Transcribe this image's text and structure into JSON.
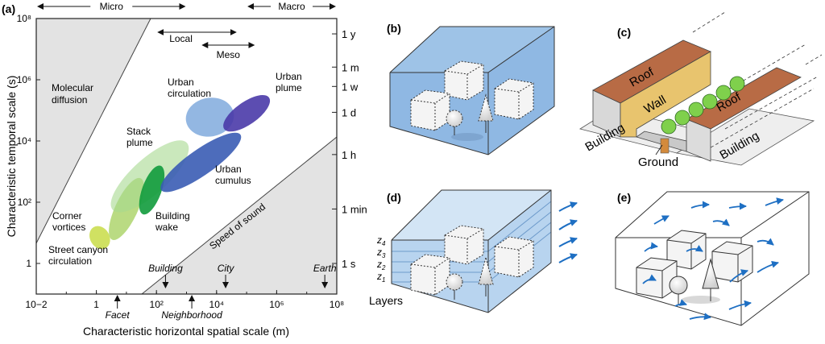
{
  "panels": {
    "a": "(a)",
    "b": "(b)",
    "c": "(c)",
    "d": "(d)",
    "e": "(e)"
  },
  "chart_data": {
    "type": "scatter",
    "xscale": "log",
    "yscale": "log",
    "xlim": [
      0.01,
      100000000
    ],
    "ylim": [
      0.1,
      100000000
    ],
    "xlabel": "Characteristic horizontal spatial scale (m)",
    "ylabel": "Characteristic temporal scale (s)",
    "x_tick_labels": [
      {
        "e": -2,
        "label": "10−2"
      },
      {
        "e": 0,
        "label": "1"
      },
      {
        "e": 2,
        "label": "10²"
      },
      {
        "e": 4,
        "label": "10⁴"
      },
      {
        "e": 6,
        "label": "10⁶"
      },
      {
        "e": 8,
        "label": "10⁸"
      }
    ],
    "y_tick_labels": [
      {
        "e": 0,
        "label": "1"
      },
      {
        "e": 2,
        "label": "10²"
      },
      {
        "e": 4,
        "label": "10⁴"
      },
      {
        "e": 6,
        "label": "10⁶"
      },
      {
        "e": 8,
        "label": "10⁸"
      }
    ],
    "right_time_labels": [
      {
        "label": "1 y",
        "seconds": 31536000
      },
      {
        "label": "1 m",
        "seconds": 2592000
      },
      {
        "label": "1 w",
        "seconds": 604800
      },
      {
        "label": "1 d",
        "seconds": 86400
      },
      {
        "label": "1 h",
        "seconds": 3600
      },
      {
        "label": "1 min",
        "seconds": 60
      },
      {
        "label": "1 s",
        "seconds": 1
      }
    ],
    "scale_ranges": [
      {
        "label": "Micro",
        "from": 0.01,
        "to": 1000
      },
      {
        "label": "Macro",
        "from": 100000,
        "to": 100000000
      },
      {
        "label": "Local",
        "from": 100,
        "to": 50000
      },
      {
        "label": "Meso",
        "from": 3000,
        "to": 200000
      }
    ],
    "reference_markers": [
      {
        "label": "Building",
        "x": 200,
        "side": "top"
      },
      {
        "label": "City",
        "x": 20000,
        "side": "top"
      },
      {
        "label": "Earth",
        "x": 40000000,
        "side": "top"
      },
      {
        "label": "Facet",
        "x": 5,
        "side": "bottom"
      },
      {
        "label": "Neighborhood",
        "x": 1500,
        "side": "bottom"
      }
    ],
    "regions": [
      {
        "label": "Molecular diffusion",
        "boundary": "upper-left"
      },
      {
        "label": "Speed of sound",
        "boundary": "lower-right"
      }
    ],
    "phenomena": [
      {
        "label": "Corner vortices",
        "x": 1.3,
        "y": 7,
        "color": "#c8dc46"
      },
      {
        "label": "Street canyon circulation",
        "x": 10,
        "y": 60,
        "color": "#a9d264"
      },
      {
        "label": "Stack plume",
        "x": 60,
        "y": 700,
        "color": "#a7d98f"
      },
      {
        "label": "Building wake",
        "x": 70,
        "y": 250,
        "color": "#119b3c"
      },
      {
        "label": "Urban circulation",
        "x": 6000,
        "y": 60000,
        "color": "#6f9fd8"
      },
      {
        "label": "Urban cumulus",
        "x": 3000,
        "y": 2000,
        "color": "#3a5cb4"
      },
      {
        "label": "Urban plume",
        "x": 100000,
        "y": 80000,
        "color": "#4a3aa8"
      }
    ]
  },
  "labels": {
    "b": {},
    "c": {
      "roof1": "Roof",
      "roof2": "Roof",
      "wall": "Wall",
      "building1": "Building",
      "building2": "Building",
      "ground": "Ground"
    },
    "d": {
      "layers": "Layers",
      "z4": "z",
      "z3": "z",
      "z2": "z",
      "z1": "z",
      "s4": "4",
      "s3": "3",
      "s2": "2",
      "s1": "1"
    },
    "e": {}
  },
  "colors": {
    "panel_fill_blue": "#93bbe2",
    "roof": "#b86b45",
    "wall": "#e8c46e",
    "tree": "#7fd04c",
    "arrow": "#1e6fc3",
    "region_grey": "#e3e3e3"
  }
}
